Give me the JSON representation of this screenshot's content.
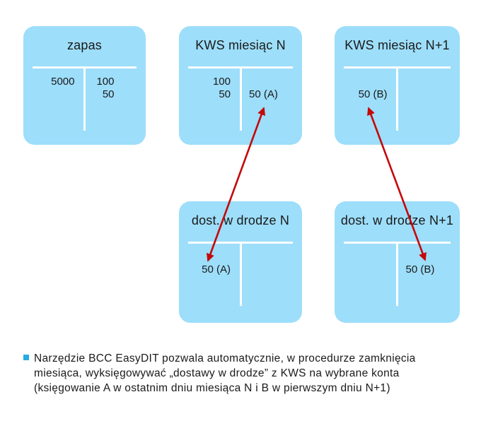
{
  "colors": {
    "box-bg": "#9ddefa",
    "arrow": "#c40909",
    "bullet": "#29abe2",
    "ink": "#1a1a1a",
    "tline": "#ffffff"
  },
  "accounts": [
    {
      "title": "zapas",
      "rows": [
        {
          "left": "5000",
          "right": "100"
        },
        {
          "left": "",
          "right": "50"
        }
      ]
    },
    {
      "title": "KWS miesiąc N",
      "rows": [
        {
          "left": "100",
          "right": ""
        },
        {
          "left": "50",
          "right": "50 (A)"
        }
      ]
    },
    {
      "title": "KWS miesiąc N+1",
      "rows": [
        {
          "left": "",
          "right": ""
        },
        {
          "left": "50 (B)",
          "right": ""
        }
      ]
    },
    {
      "title": "dost. w drodze N",
      "rows": [
        {
          "left": "",
          "right": ""
        },
        {
          "left": "50 (A)",
          "right": ""
        }
      ]
    },
    {
      "title": "dost. w drodze N+1",
      "rows": [
        {
          "left": "",
          "right": ""
        },
        {
          "left": "",
          "right": "50 (B)"
        }
      ]
    }
  ],
  "arrows": [
    {
      "id": "A",
      "from": "KWS miesiąc N / 50 (A)",
      "to": "dost. w drodze N / 50 (A)"
    },
    {
      "id": "B",
      "from": "KWS miesiąc N+1 / 50 (B)",
      "to": "dost. w drodze N+1 / 50 (B)"
    }
  ],
  "note": {
    "bullet_icon": "square-bullet",
    "lines": [
      "Narzędzie BCC EasyDIT pozwala automatycznie, w procedurze zamknięcia",
      "miesiąca, wyksięgowywać „dostawy w drodze” z KWS na wybrane konta",
      "(księgowanie A w ostatnim dniu miesiąca N i B w pierwszym dniu N+1)"
    ]
  }
}
